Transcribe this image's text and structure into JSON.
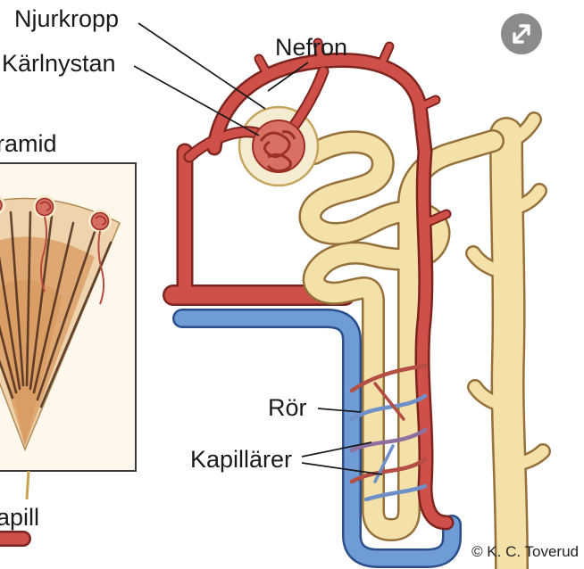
{
  "figure": {
    "title_context": "Nephron anatomy diagram (Swedish labels)",
    "labels": {
      "njurkropp": "Njurkropp",
      "karlnystan": "Kärlnystan",
      "nefron": "Nefron",
      "pyramid_partial": "ramid",
      "ror": "Rör",
      "kapillarer": "Kapillärer",
      "kapill_partial": "apill"
    },
    "credit": "© K. C. Toverud",
    "icons": {
      "expand": "diagonal-expand-arrows"
    },
    "colors": {
      "artery": "#cf5048",
      "artery_outline": "#7e241f",
      "vein": "#6f9bd6",
      "vein_outline": "#2a4f8a",
      "tubule": "#f3e1a9",
      "tubule_outline": "#96703a",
      "capsule": "#f6ecd2",
      "glomerulus": "#d97064",
      "glomerulus_outline": "#9c2f26",
      "pyramid_fill": "#eed3ad",
      "pyramid_inner": "#dfa873",
      "label_text": "#1a1a1a",
      "icon_bg": "#8b8b8b"
    }
  }
}
